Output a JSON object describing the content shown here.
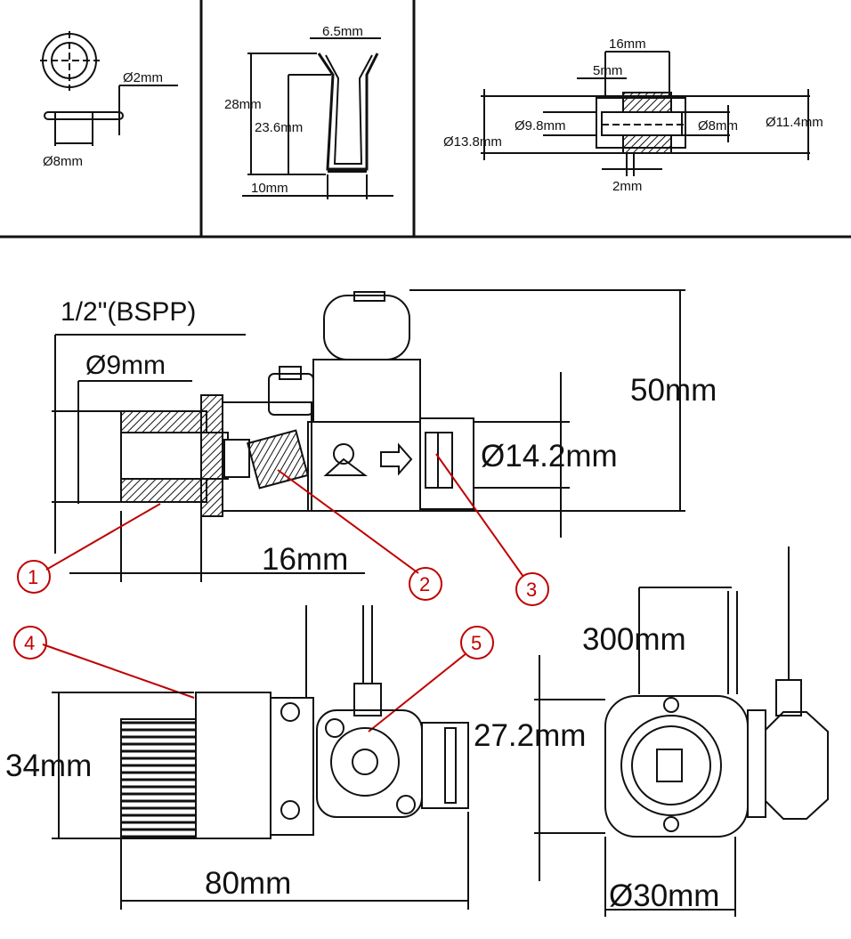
{
  "top_panels": {
    "oring": {
      "dia_cross": "Ø2mm",
      "dia_inner": "Ø8mm"
    },
    "filter": {
      "top_width": "6.5mm",
      "height_outer": "28mm",
      "height_inner": "23.6mm",
      "bottom_width": "10mm"
    },
    "nozzle": {
      "length": "16mm",
      "tip": "5mm",
      "dia_bore": "Ø9.8mm",
      "dia_outer_left": "Ø13.8mm",
      "dia_inner_right": "Ø8mm",
      "dia_outer_right": "Ø11.4mm",
      "hole": "2mm"
    }
  },
  "main_view": {
    "thread": "1/2\"(BSPP)",
    "bore": "Ø9mm",
    "height": "50mm",
    "outlet": "Ø14.2mm",
    "thread_len": "16mm"
  },
  "bottom_views": {
    "height_left": "34mm",
    "length": "80mm",
    "wire": "300mm",
    "center": "27.2mm",
    "dia_body": "Ø30mm"
  },
  "callouts": [
    "1",
    "2",
    "3",
    "4",
    "5"
  ],
  "colors": {
    "line": "#111111",
    "callout": "#c00000",
    "background": "#ffffff"
  }
}
